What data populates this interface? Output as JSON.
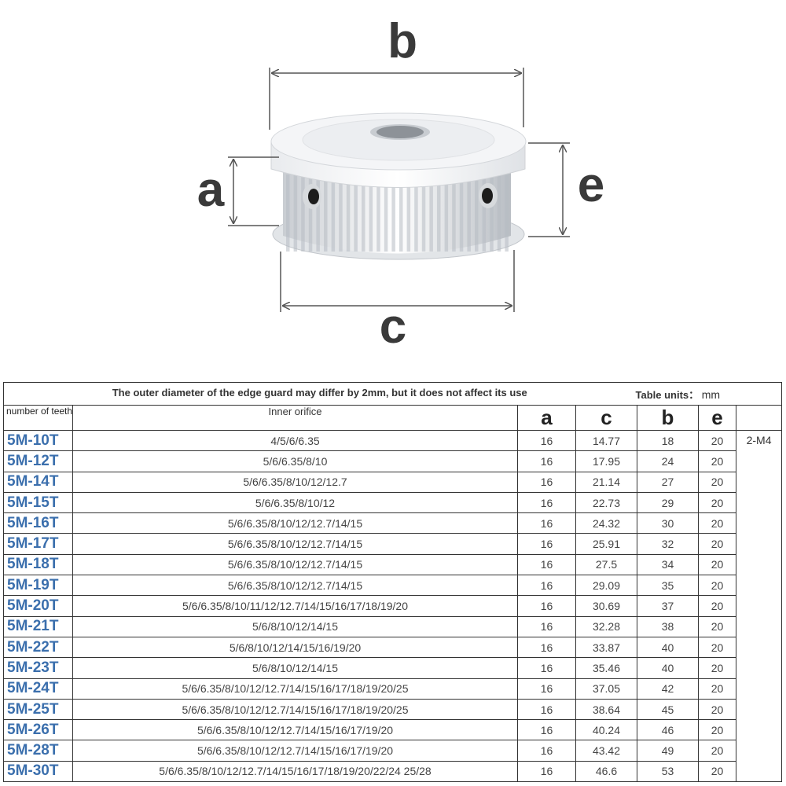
{
  "diagram": {
    "labels": {
      "a": "a",
      "b": "b",
      "c": "c",
      "e": "e"
    },
    "colors": {
      "metal_light": "#f2f3f5",
      "metal_mid": "#d9dce0",
      "metal_dark": "#9ea3a9",
      "arrow": "#555555",
      "letters": "#3a3a3a"
    },
    "icons": [
      "pulley-photo",
      "set-screw-hole-icon",
      "bore-hole-icon"
    ]
  },
  "table": {
    "note": "The outer diameter of the edge guard may differ by 2mm, but it does not affect its use",
    "units_label": "Table units：",
    "units_value": "mm",
    "headers": {
      "teeth": "number of teeth",
      "orifice": "Inner orifice",
      "a": "a",
      "c": "c",
      "b": "b",
      "e": "e"
    },
    "screw": "2-M4",
    "rows": [
      {
        "model": "5M-10T",
        "orifice": "4/5/6/6.35",
        "a": "16",
        "c": "14.77",
        "b": "18",
        "e": "20"
      },
      {
        "model": "5M-12T",
        "orifice": "5/6/6.35/8/10",
        "a": "16",
        "c": "17.95",
        "b": "24",
        "e": "20"
      },
      {
        "model": "5M-14T",
        "orifice": "5/6/6.35/8/10/12/12.7",
        "a": "16",
        "c": "21.14",
        "b": "27",
        "e": "20"
      },
      {
        "model": "5M-15T",
        "orifice": "5/6/6.35/8/10/12",
        "a": "16",
        "c": "22.73",
        "b": "29",
        "e": "20"
      },
      {
        "model": "5M-16T",
        "orifice": "5/6/6.35/8/10/12/12.7/14/15",
        "a": "16",
        "c": "24.32",
        "b": "30",
        "e": "20"
      },
      {
        "model": "5M-17T",
        "orifice": "5/6/6.35/8/10/12/12.7/14/15",
        "a": "16",
        "c": "25.91",
        "b": "32",
        "e": "20"
      },
      {
        "model": "5M-18T",
        "orifice": "5/6/6.35/8/10/12/12.7/14/15",
        "a": "16",
        "c": "27.5",
        "b": "34",
        "e": "20"
      },
      {
        "model": "5M-19T",
        "orifice": "5/6/6.35/8/10/12/12.7/14/15",
        "a": "16",
        "c": "29.09",
        "b": "35",
        "e": "20"
      },
      {
        "model": "5M-20T",
        "orifice": "5/6/6.35/8/10/11/12/12.7/14/15/16/17/18/19/20",
        "a": "16",
        "c": "30.69",
        "b": "37",
        "e": "20"
      },
      {
        "model": "5M-21T",
        "orifice": "5/6/8/10/12/14/15",
        "a": "16",
        "c": "32.28",
        "b": "38",
        "e": "20"
      },
      {
        "model": "5M-22T",
        "orifice": "5/6/8/10/12/14/15/16/19/20",
        "a": "16",
        "c": "33.87",
        "b": "40",
        "e": "20"
      },
      {
        "model": "5M-23T",
        "orifice": "5/6/8/10/12/14/15",
        "a": "16",
        "c": "35.46",
        "b": "40",
        "e": "20"
      },
      {
        "model": "5M-24T",
        "orifice": "5/6/6.35/8/10/12/12.7/14/15/16/17/18/19/20/25",
        "a": "16",
        "c": "37.05",
        "b": "42",
        "e": "20"
      },
      {
        "model": "5M-25T",
        "orifice": "5/6/6.35/8/10/12/12.7/14/15/16/17/18/19/20/25",
        "a": "16",
        "c": "38.64",
        "b": "45",
        "e": "20"
      },
      {
        "model": "5M-26T",
        "orifice": "5/6/6.35/8/10/12/12.7/14/15/16/17/19/20",
        "a": "16",
        "c": "40.24",
        "b": "46",
        "e": "20"
      },
      {
        "model": "5M-28T",
        "orifice": "5/6/6.35/8/10/12/12.7/14/15/16/17/19/20",
        "a": "16",
        "c": "43.42",
        "b": "49",
        "e": "20"
      },
      {
        "model": "5M-30T",
        "orifice": "5/6/6.35/8/10/12/12.7/14/15/16/17/18/19/20/22/24 25/28",
        "a": "16",
        "c": "46.6",
        "b": "53",
        "e": "20"
      }
    ]
  }
}
